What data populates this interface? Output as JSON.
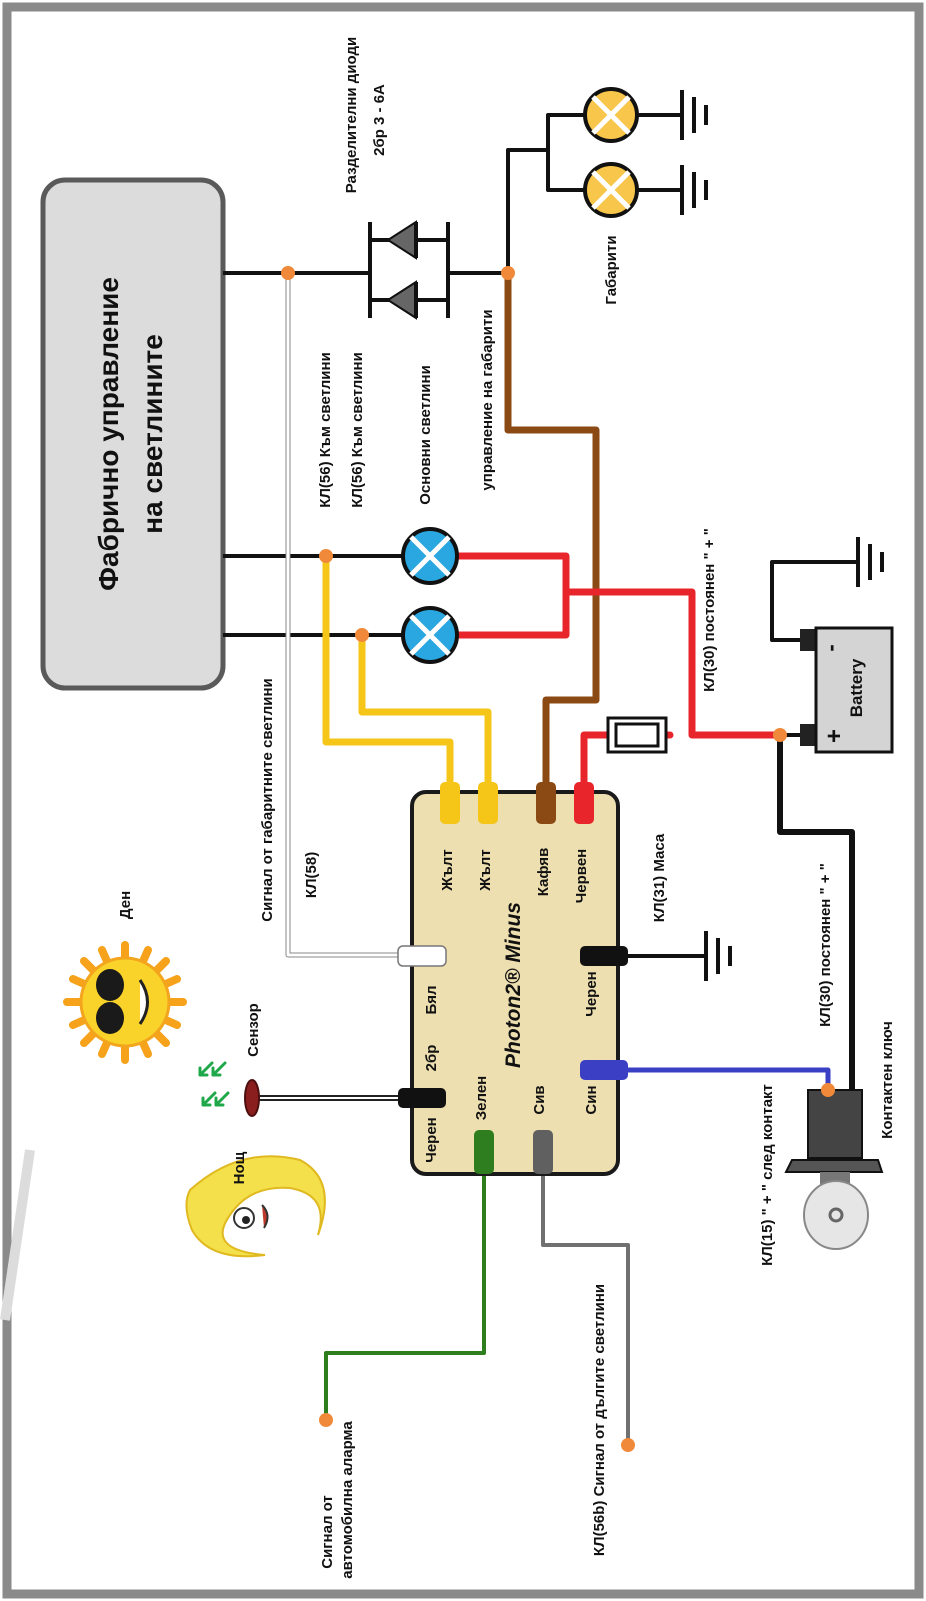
{
  "factory_block": {
    "line1": "Фабрично управление",
    "line2": "на     светлините"
  },
  "labels": {
    "diodes_title": "Разделителни диоди",
    "diodes_spec": "2бр  3 - 6А",
    "gabariti": "Габарити",
    "gabariti_control": "управление на габарити",
    "kl56_a": "КЛ(56) Към светлини",
    "kl56_b": "КЛ(56) Към светлини",
    "main_lights": "Основни светлини",
    "kl30_top": "КЛ(30) постоянен  \" + \"",
    "battery": "Battery",
    "battery_minus": "-",
    "battery_plus": "+",
    "signal_gabariti": "Сигнал от габаритните светлини",
    "kl58": "КЛ(58)",
    "kl31": "КЛ(31) Маса",
    "kl30_bottom": "КЛ(30) постоянен  \" + \"",
    "kl15": "КЛ(15) \" + \" след контакт",
    "ignition": "Контактен ключ",
    "day": "Ден",
    "night": "Нощ",
    "sensor": "Сензор",
    "alarm_signal_1": "Сигнал от",
    "alarm_signal_2": "автомобилна аларма",
    "kl56b": "КЛ(56b) Сигнал от дългите светлини"
  },
  "module": {
    "title": "Photon2® Minus",
    "pins": {
      "yellow1": "Жълт",
      "yellow2": "Жълт",
      "brown": "Кафяв",
      "red": "Червен",
      "white": "Бял",
      "black_gnd": "Черен",
      "blue": "Син",
      "black_sensor": "Черен",
      "sensor_count": "2бр",
      "green": "Зелен",
      "grey": "Сив"
    }
  },
  "colors": {
    "yellow_wire": "#f5c518",
    "brown_wire": "#8b4a14",
    "red_wire": "#e8252b",
    "blue_wire": "#3a3fc4",
    "green_wire": "#2e7d1e",
    "grey_wire": "#707070",
    "module_fill": "#eedfb0",
    "block_fill": "#dcdcdc",
    "node": "#f08a3a"
  }
}
